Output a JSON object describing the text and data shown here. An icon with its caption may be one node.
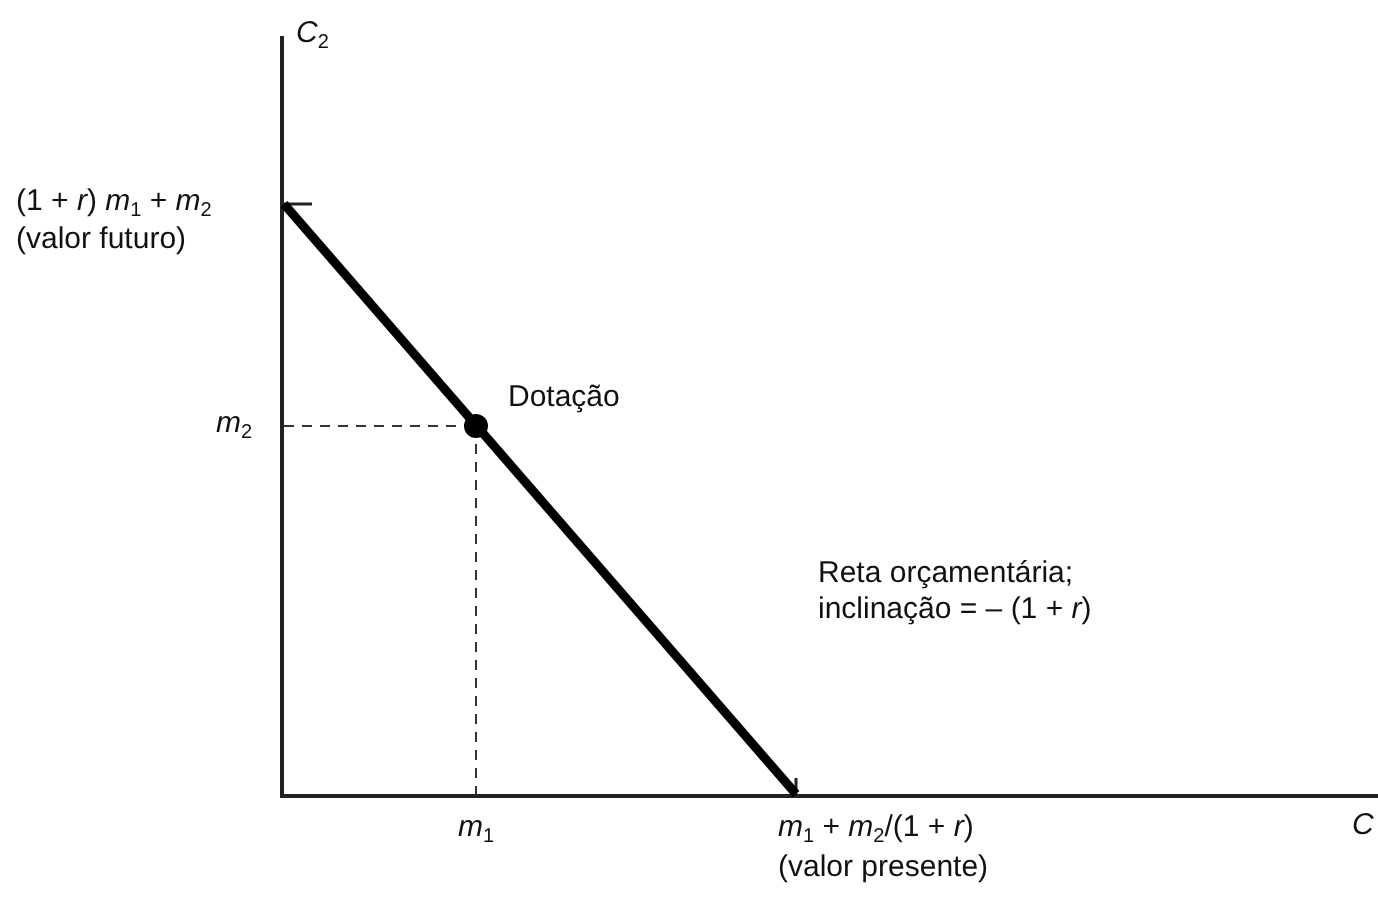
{
  "diagram": {
    "labels": [
      "*C*$_{2}$",
      "(1 + *r*) *m*$_{1}$ + *m*$_{2}$",
      "(valor futuro)",
      "Dotação",
      "*m*$_{2}$",
      "Reta orçamentária; inclinação = – (1 + *r*)",
      "*m*$_{1}$",
      "*m*$_{1}$ + *m*$_{2}$/(1 + *r*)",
      "*C*",
      "(valor presente)"
    ]
  }
}
